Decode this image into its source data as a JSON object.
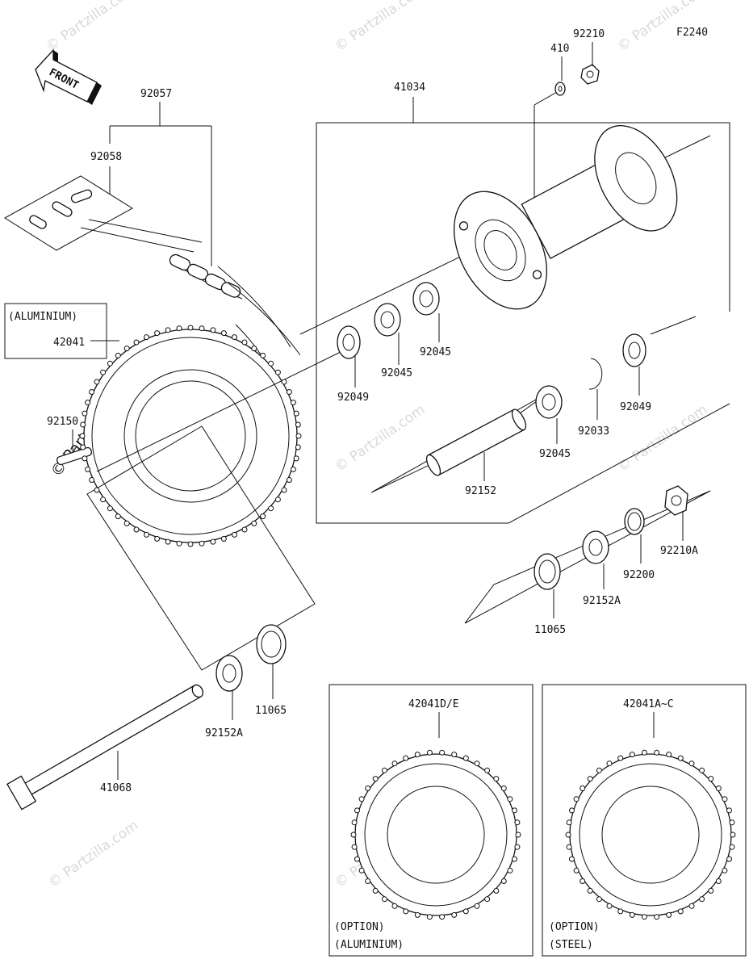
{
  "figure_id": "F2240",
  "front_label": "FRONT",
  "watermark": "© Partzilla.com",
  "parts": {
    "p92057": "92057",
    "p92058": "92058",
    "p42041_material": "(ALUMINIUM)",
    "p42041": "42041",
    "p92150": "92150",
    "p41034": "41034",
    "p410": "410",
    "p92210": "92210",
    "p92049_left": "92049",
    "p92045_a": "92045",
    "p92045_b": "92045",
    "p92045_c": "92045",
    "p92049_right": "92049",
    "p92033": "92033",
    "p92152": "92152",
    "p92210A": "92210A",
    "p92200": "92200",
    "p92152A_right": "92152A",
    "p11065_right": "11065",
    "p11065_left": "11065",
    "p92152A_left": "92152A",
    "p41068": "41068"
  },
  "options": [
    {
      "part": "42041D/E",
      "line1": "(OPTION)",
      "line2": "(ALUMINIUM)"
    },
    {
      "part": "42041A~C",
      "line1": "(OPTION)",
      "line2": "(STEEL)"
    }
  ]
}
